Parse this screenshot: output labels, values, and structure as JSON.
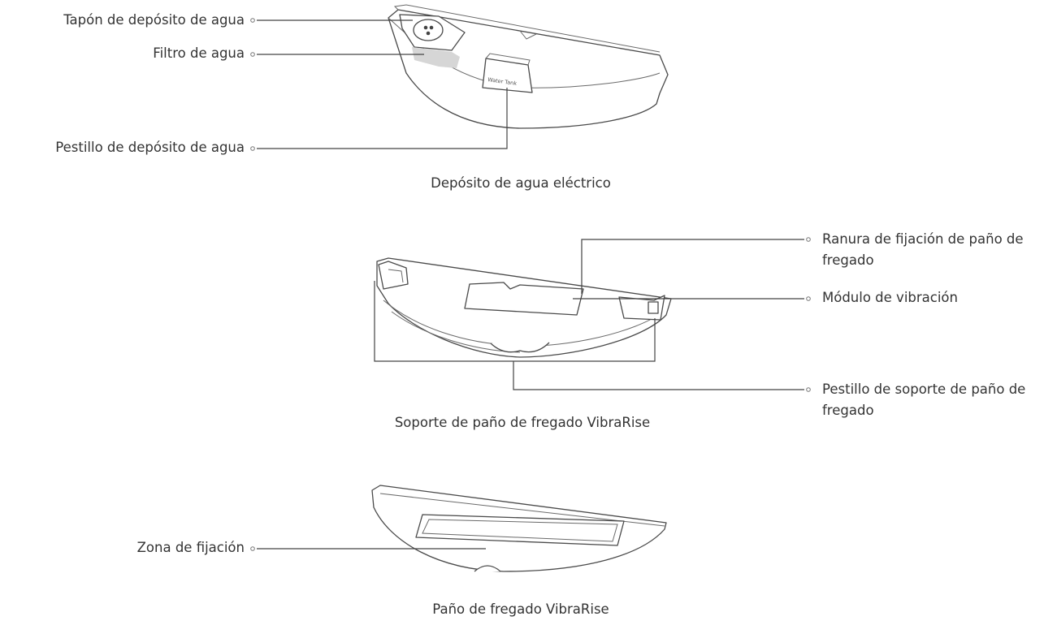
{
  "colors": {
    "text": "#333333",
    "line": "#444444",
    "filter_shade": "#d6d6d6"
  },
  "tank": {
    "caption": "Depósito de agua eléctrico",
    "plug_label": "Tapón de depósito de agua",
    "filter_label": "Filtro de agua",
    "latch_label": "Pestillo de depósito de agua",
    "latch_sticker": "Water Tank"
  },
  "holder": {
    "caption": "Soporte de paño de fregado VibraRise",
    "slot_label": "Ranura de fijación de paño de fregado",
    "vibration_label": "Módulo de vibración",
    "latch_label": "Pestillo de soporte de paño de fregado"
  },
  "cloth": {
    "caption": "Paño de fregado VibraRise",
    "zone_label": "Zona de fijación"
  }
}
